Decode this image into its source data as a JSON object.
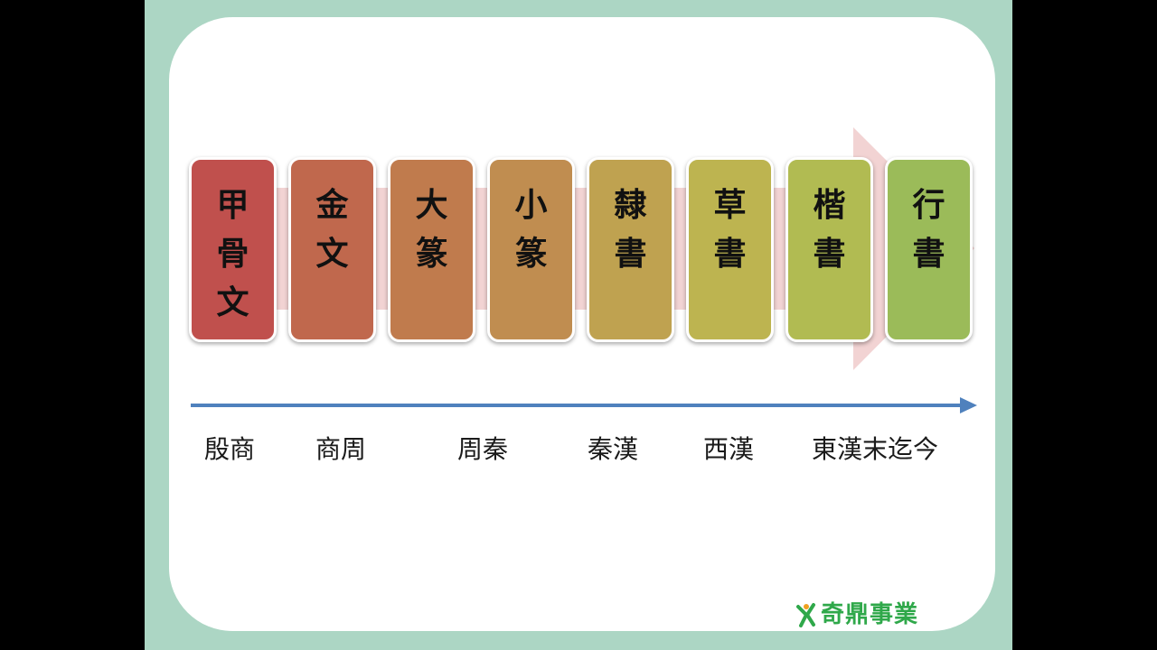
{
  "scripts": [
    {
      "chars": [
        "甲",
        "骨",
        "文"
      ],
      "color": "#c0504d"
    },
    {
      "chars": [
        "金",
        "文"
      ],
      "color": "#c0684d"
    },
    {
      "chars": [
        "大",
        "篆"
      ],
      "color": "#c07b4d"
    },
    {
      "chars": [
        "小",
        "篆"
      ],
      "color": "#c08d50"
    },
    {
      "chars": [
        "隸",
        "書"
      ],
      "color": "#bfa250"
    },
    {
      "chars": [
        "草",
        "書"
      ],
      "color": "#bdb450"
    },
    {
      "chars": [
        "楷",
        "書"
      ],
      "color": "#b1bb52"
    },
    {
      "chars": [
        "行",
        "書"
      ],
      "color": "#9bbb59"
    }
  ],
  "periods": [
    {
      "label": "殷商"
    },
    {
      "label": "商周"
    },
    {
      "label": "周秦"
    },
    {
      "label": "秦漢"
    },
    {
      "label": "西漢"
    },
    {
      "label": "東漢末迄今"
    }
  ],
  "colors": {
    "frame": "#acd6c4",
    "card": "#ffffff",
    "band": "#f2d3d3",
    "timeline": "#4f81bd",
    "logo": "#2fa84a"
  },
  "logo": {
    "text": "奇鼎事業",
    "mark": "kiting-figure-icon"
  }
}
